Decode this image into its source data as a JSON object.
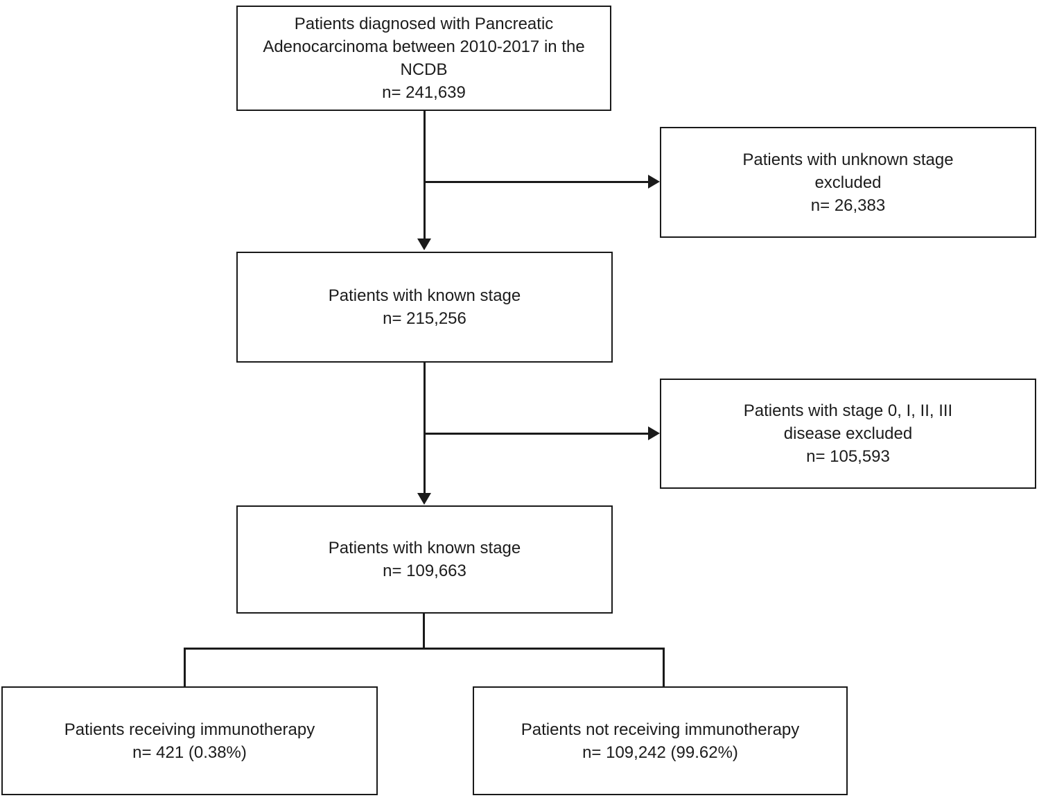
{
  "diagram": {
    "kind": "patient-flow-chart",
    "colors": {
      "background": "#ffffff",
      "line": "#1a1a1a",
      "text": "#1c1c1c"
    },
    "boxes": {
      "cohort": {
        "lines": [
          "Patients diagnosed with Pancreatic",
          "Adenocarcinoma between 2010-2017 in the",
          "NCDB"
        ],
        "n": "n= 241,639"
      },
      "excluded_unknown_stage": {
        "lines": [
          "Patients with unknown stage",
          "excluded"
        ],
        "n": "n= 26,383"
      },
      "known_stage": {
        "lines": [
          "Patients with known stage"
        ],
        "n": "n= 215,256"
      },
      "excluded_early_stage": {
        "lines": [
          "Patients with stage 0, I, II, III",
          "disease excluded"
        ],
        "n": "n= 105,593"
      },
      "final_stage_group": {
        "lines": [
          "Patients with known stage"
        ],
        "n": "n= 109,663"
      },
      "immunotherapy": {
        "lines": [
          "Patients receiving immunotherapy"
        ],
        "n": "n= 421 (0.38%)"
      },
      "no_immunotherapy": {
        "lines": [
          "Patients not receiving immunotherapy"
        ],
        "n": "n= 109,242 (99.62%)"
      }
    }
  }
}
